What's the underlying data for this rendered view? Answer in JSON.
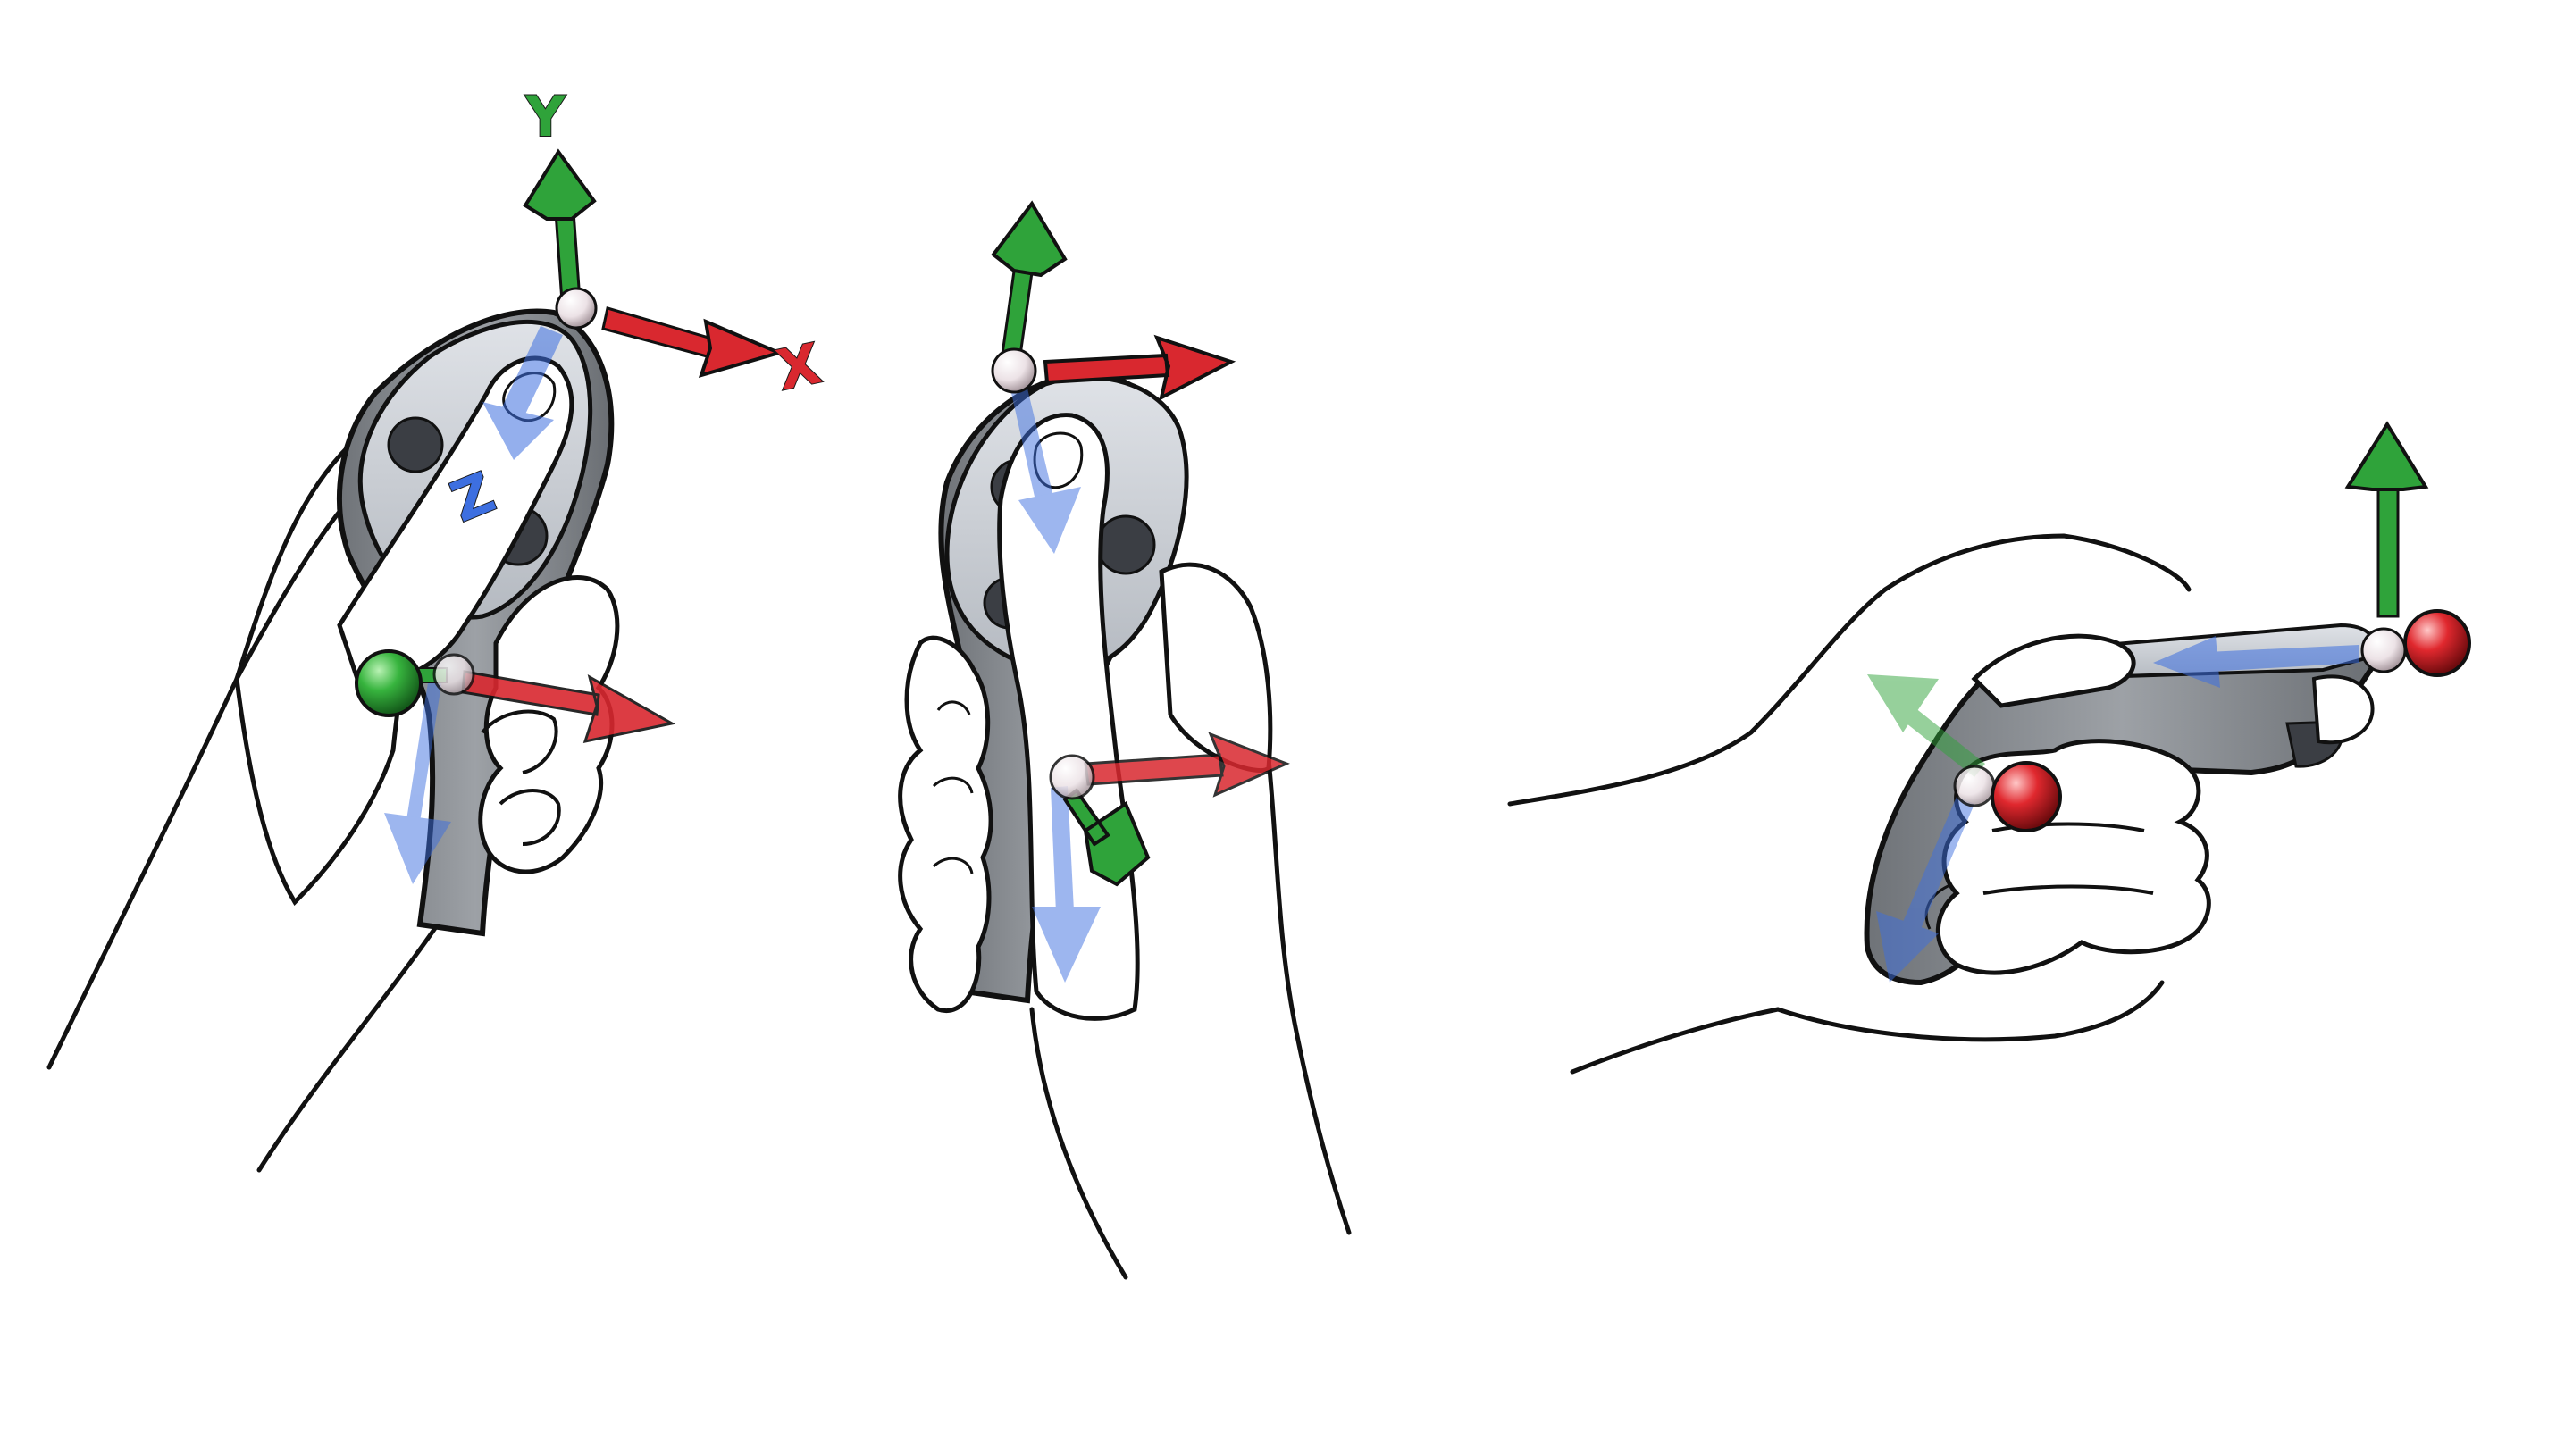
{
  "axis_labels": {
    "y": "Y",
    "x": "X",
    "z": "Z"
  },
  "colors": {
    "x_axis": "#d9282f",
    "y_axis": "#2fa33a",
    "z_axis": "#3d6fe0",
    "controller_body": "#8e9296",
    "controller_face": "#c9cdd3",
    "button": "#3b3e44",
    "outline": "#111111",
    "skin": "#ffffff"
  },
  "figures": [
    {
      "name": "controller-held-upright-palm-grip",
      "axes_shown": [
        "x",
        "y",
        "z"
      ],
      "labels_shown": true
    },
    {
      "name": "controller-held-upright-pointing",
      "axes_shown": [
        "x",
        "y",
        "z"
      ],
      "labels_shown": false
    },
    {
      "name": "controller-held-horizontal-pistol-grip",
      "axes_shown": [
        "x",
        "y",
        "z"
      ],
      "labels_shown": false
    }
  ]
}
